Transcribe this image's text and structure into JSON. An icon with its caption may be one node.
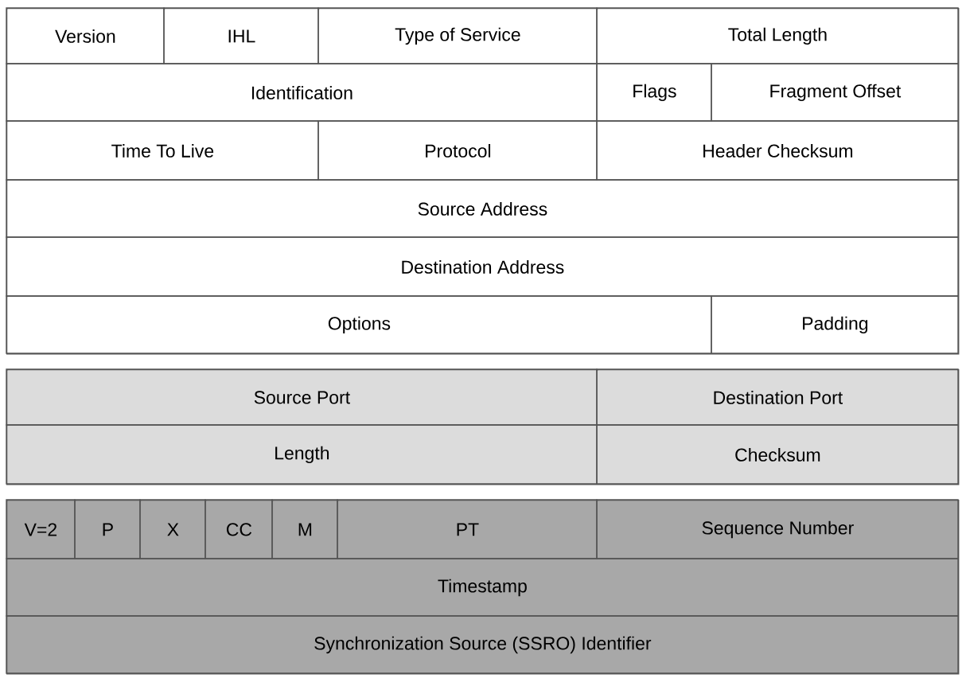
{
  "diagram": {
    "nodes": [
      {
        "text": [],
        "shape": "box"
      },
      {
        "text": [
          "Version"
        ],
        "in": 0
      },
      {
        "text": [
          "IHL"
        ],
        "in": 0
      },
      {
        "text": [
          "Type of Service"
        ],
        "in": 0
      },
      {
        "text": [
          "Total Length"
        ],
        "in": 0
      },
      {
        "text": [
          "Identification"
        ],
        "in": 0
      },
      {
        "text": [
          "Flags"
        ],
        "in": 0
      },
      {
        "text": [
          "Fragment Offset"
        ],
        "in": 0
      },
      {
        "text": [
          "Time To Live"
        ],
        "in": 0
      },
      {
        "text": [
          "Protocol"
        ],
        "in": 0
      },
      {
        "text": [
          "Header Checksum"
        ],
        "in": 0
      },
      {
        "text": [
          "Source Address"
        ],
        "in": 0
      },
      {
        "text": [
          "Destination Address"
        ],
        "in": 0
      },
      {
        "text": [
          "Options"
        ],
        "in": 0
      },
      {
        "text": [
          "Padding"
        ],
        "in": 0
      },
      {
        "text": [],
        "shape": "box"
      },
      {
        "text": [
          "Source Port"
        ],
        "in": 15
      },
      {
        "text": [
          "Destination Port"
        ],
        "in": 15
      },
      {
        "text": [
          "Length"
        ],
        "in": 15
      },
      {
        "text": [
          "Checksum"
        ],
        "in": 15
      },
      {
        "text": [],
        "shape": "box"
      },
      {
        "text": [
          "V=2"
        ],
        "in": 20
      },
      {
        "text": [
          "P"
        ],
        "in": 20
      },
      {
        "text": [
          "X"
        ],
        "in": 20
      },
      {
        "text": [
          "CC"
        ],
        "in": 20
      },
      {
        "text": [
          "M"
        ],
        "in": 20
      },
      {
        "text": [
          "PT"
        ],
        "in": 20
      },
      {
        "text": [
          "Sequence Number"
        ],
        "in": 20
      },
      {
        "text": [
          "Timestamp"
        ],
        "in": 20
      },
      {
        "text": [
          "Synchronization Source (SSRO) Identifier"
        ],
        "in": 20
      }
    ]
  }
}
